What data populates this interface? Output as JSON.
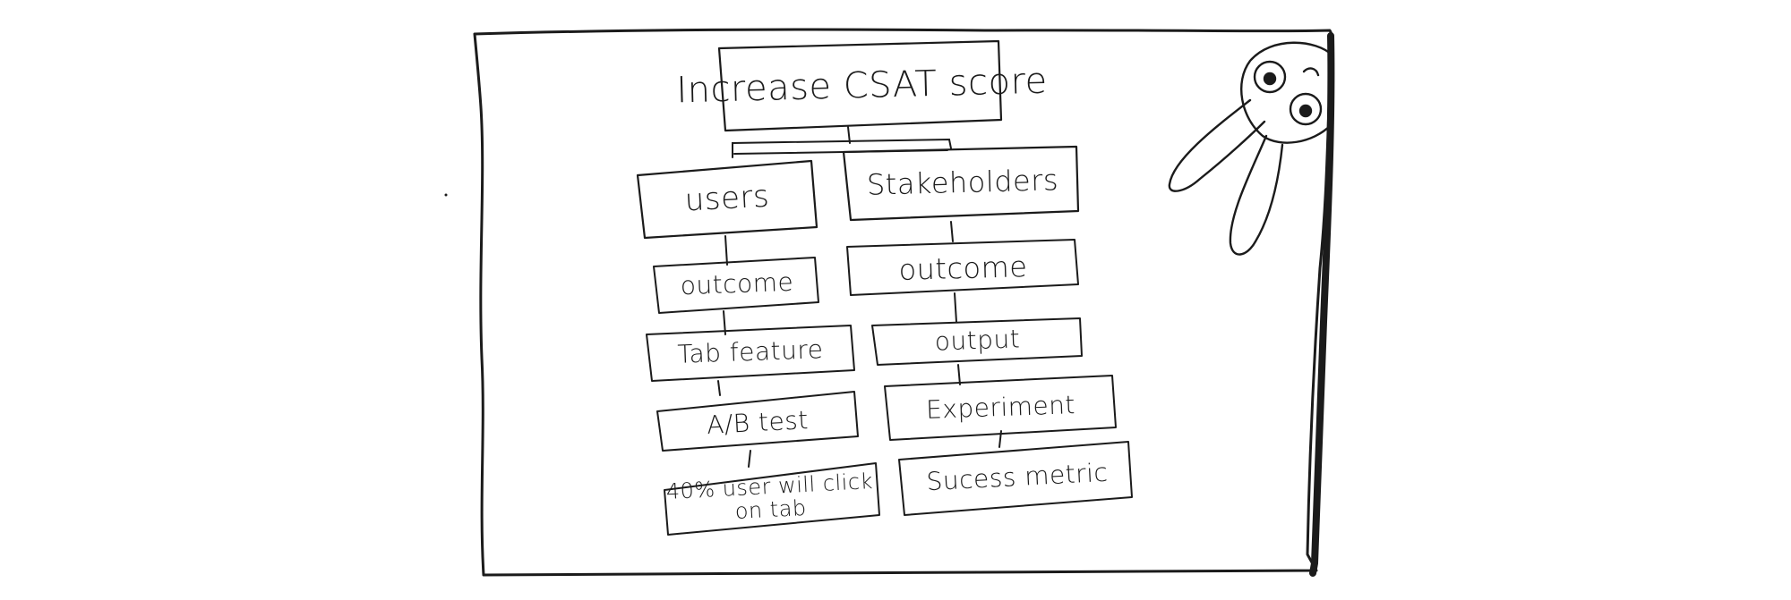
{
  "diagram": {
    "root": {
      "label": "Increase CSAT score"
    },
    "branches": [
      {
        "label": "users",
        "steps": [
          "outcome",
          "Tab feature",
          "A/B test",
          "40% user will click on tab"
        ]
      },
      {
        "label": "Stakeholders",
        "steps": [
          "outcome",
          "output",
          "Experiment",
          "Sucess metric"
        ]
      }
    ]
  },
  "colors": {
    "ink": "#1b1b1b",
    "background": "#ffffff"
  }
}
